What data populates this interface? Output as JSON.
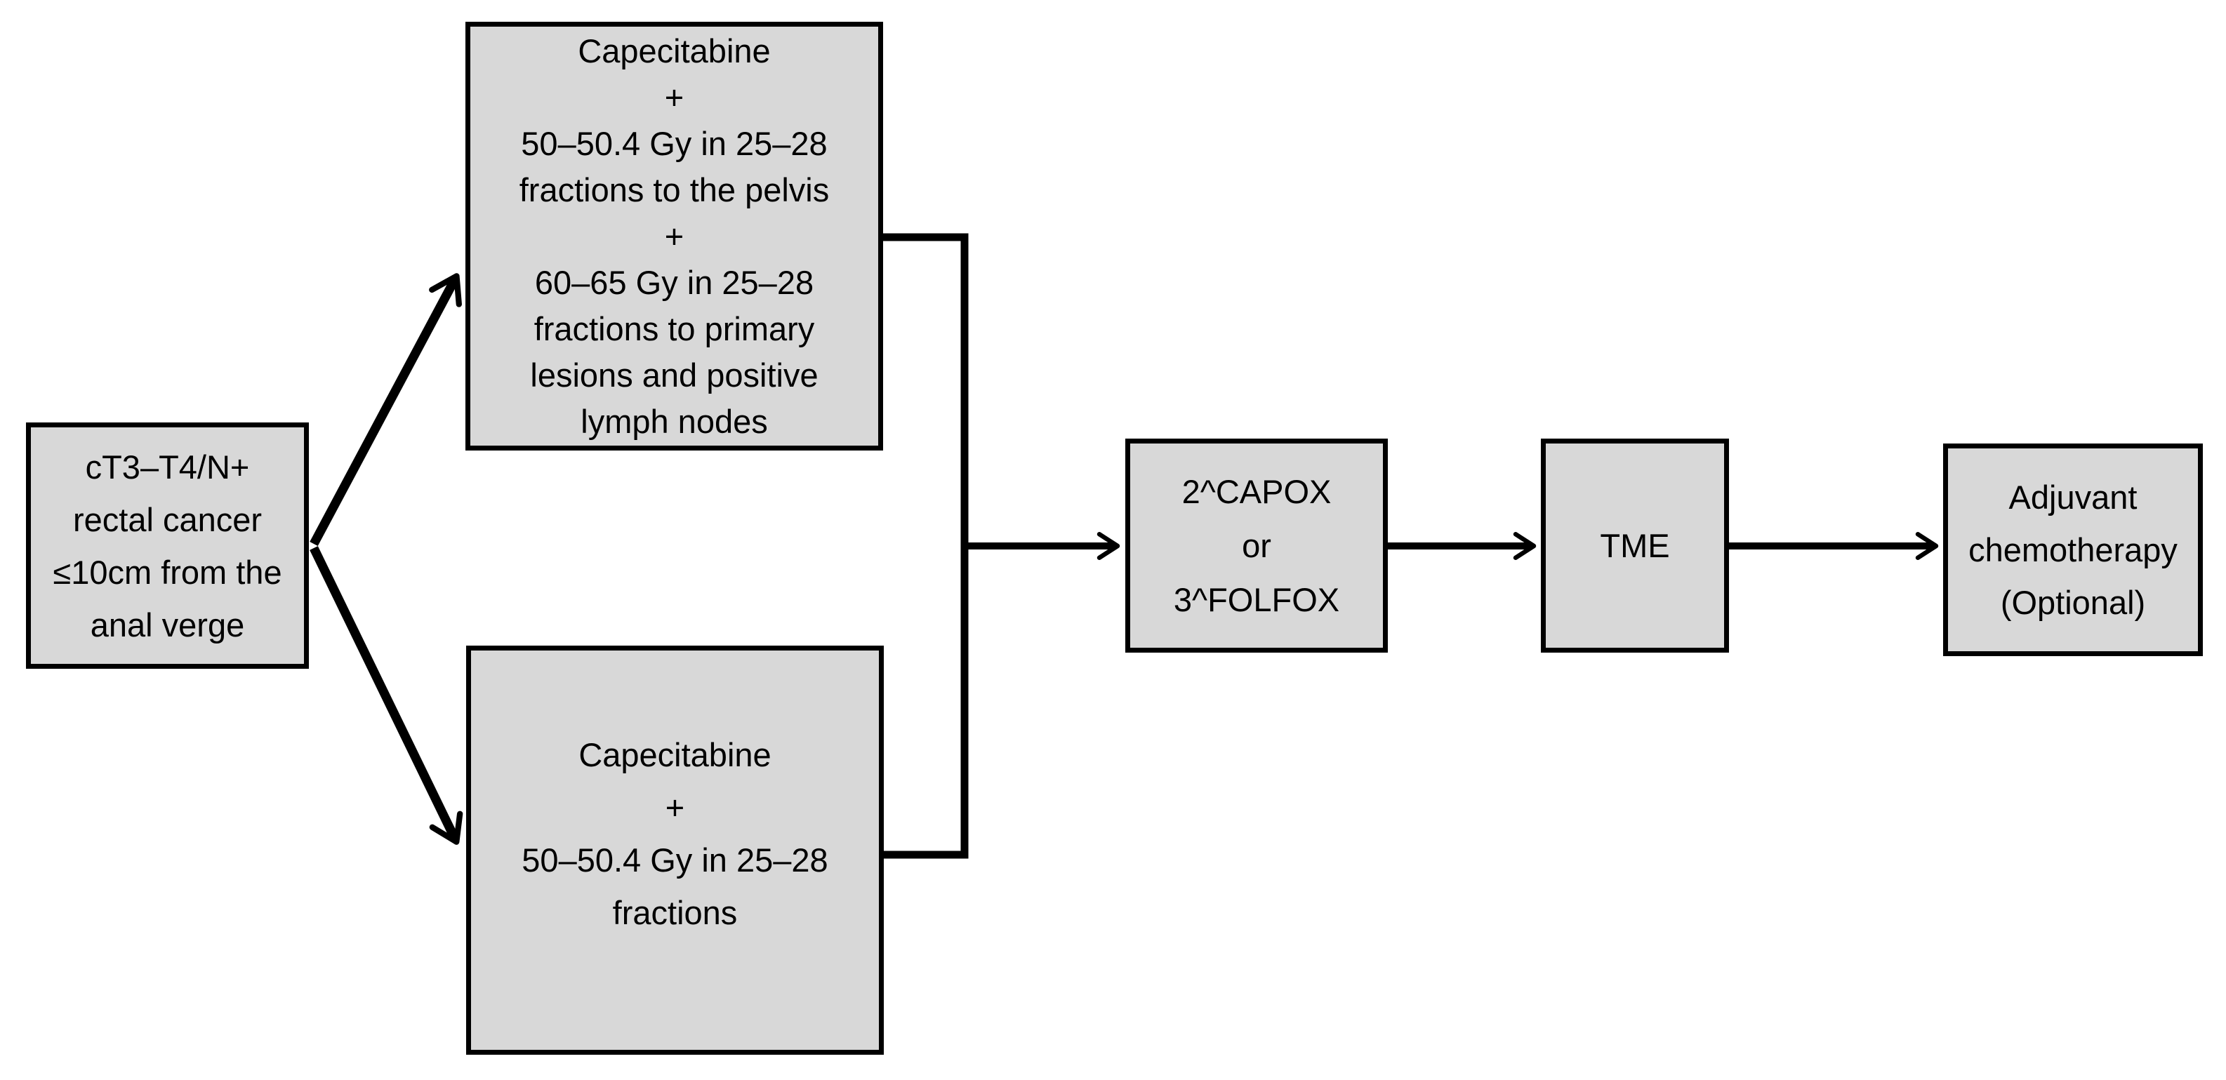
{
  "diagram": {
    "type": "flowchart",
    "direction": "left-to-right",
    "nodes": {
      "diagnosis": {
        "label": "cT3–T4/N+\nrectal cancer\n≤10cm from the\nanal verge"
      },
      "chemoradiation_with_boost": {
        "label": "Capecitabine\n+\n50–50.4 Gy in 25–28\nfractions to the pelvis\n+\n60–65 Gy in 25–28\nfractions to primary\nlesions and positive\nlymph nodes"
      },
      "chemoradiation": {
        "label": "Capecitabine\n+\n50–50.4 Gy in 25–28\nfractions"
      },
      "consolidation_chemotherapy": {
        "label": "2^CAPOX\nor\n3^FOLFOX"
      },
      "tme": {
        "label": "TME"
      },
      "adjuvant_chemotherapy": {
        "label": "Adjuvant\nchemotherapy\n(Optional)"
      }
    },
    "edges": [
      {
        "from": "diagnosis",
        "to": "chemoradiation_with_boost",
        "style": "arrow"
      },
      {
        "from": "diagnosis",
        "to": "chemoradiation",
        "style": "arrow"
      },
      {
        "from": "chemoradiation_with_boost",
        "to": "merge-junction",
        "style": "elbow"
      },
      {
        "from": "chemoradiation",
        "to": "merge-junction",
        "style": "elbow"
      },
      {
        "from": "merge-junction",
        "to": "consolidation_chemotherapy",
        "style": "arrow"
      },
      {
        "from": "consolidation_chemotherapy",
        "to": "tme",
        "style": "arrow"
      },
      {
        "from": "tme",
        "to": "adjuvant_chemotherapy",
        "style": "arrow"
      }
    ],
    "colors": {
      "node_fill": "#d8d8d8",
      "node_border": "#000000",
      "connector": "#000000",
      "background": "#ffffff",
      "text": "#000000"
    }
  }
}
